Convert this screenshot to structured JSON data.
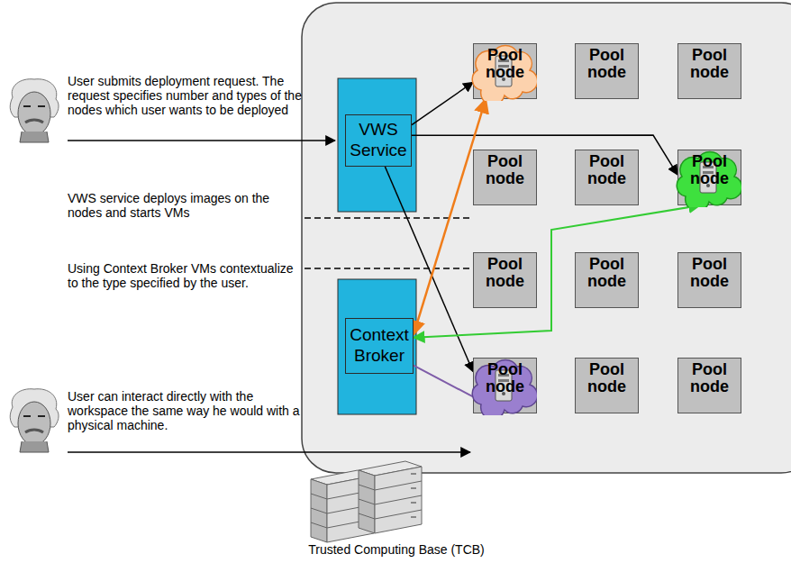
{
  "diagram": {
    "nodes": [
      {
        "text": [
          "Pool node"
        ]
      },
      {
        "text": [
          "Pool node"
        ]
      },
      {
        "text": [
          "Pool node"
        ]
      },
      {
        "text": [
          "VWS Service"
        ]
      },
      {
        "text": [
          "Pool node"
        ]
      },
      {
        "text": [
          "Pool node"
        ]
      },
      {
        "text": [
          "Pool node"
        ]
      },
      {
        "text": [
          "Pool node"
        ]
      },
      {
        "text": [
          "Pool node"
        ]
      },
      {
        "text": [
          "Pool node"
        ]
      },
      {
        "text": [
          "Context Broker"
        ]
      },
      {
        "text": [
          "Pool node"
        ]
      },
      {
        "text": [
          "Pool node"
        ]
      },
      {
        "text": [
          "Pool node"
        ]
      }
    ],
    "edges": [
      {
        "from": 3,
        "to": 0,
        "arrow": "to"
      },
      {
        "from": 3,
        "to": 6,
        "arrow": "to"
      },
      {
        "from": 3,
        "to": 11,
        "arrow": "to"
      },
      {
        "from": 10,
        "to": 0,
        "arrow": "both"
      },
      {
        "from": 10,
        "to": 6,
        "arrow": "both"
      },
      {
        "from": 10,
        "to": 11,
        "arrow": "none"
      }
    ],
    "labels": [
      "User submits deployment request. The request specifies number and types of the nodes which user wants to be deployed",
      "VWS service deploys images on the nodes and starts VMs",
      "Using Context Broker VMs contextualize to the type specified by the user.",
      "User can interact directly with the workspace the same way he would with a physical machine.",
      "Trusted Computing Base (TCB)"
    ]
  }
}
